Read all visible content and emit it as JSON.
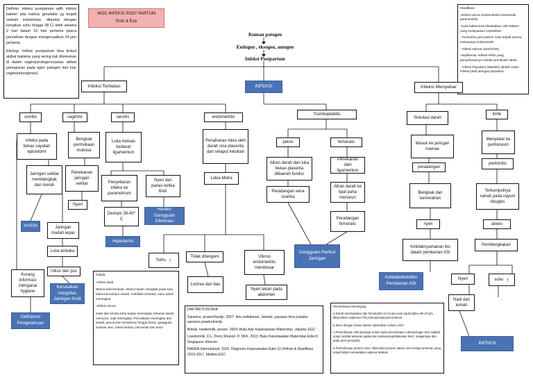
{
  "title_box": {
    "title": "WOC INFEKSI POST PARTUM",
    "author": "Putri & Eza"
  },
  "definition": {
    "definisi": "Definisi: infeksi postpartum adlh infeksi bakteri pda traktus genetalia yg terjadi setelah melahirkan, ditandai dengan kenaikan suhu hingga 38 C/ lebih selama 2 hari dalam 10 hari pertama pasca persalinan dengan mengecualikan 24 jam pertama.",
    "etiologi": "Etiologi: Infeksi postpartum bisa timbul akibat bakteria yang sering kali ditemukan di dalam vagina(endogenus)atau akibat pemaparan pada agen patogen dari luar vagina(eksogenus)."
  },
  "klasifikasi": {
    "title": "Klasifikasi:",
    "items": [
      "-Infeksi uterus (endometritis,miometritis, parametritis)",
      "-Syok bakteriosis:disebabkan oleh bakteri yang melepaskan endotoksin",
      "- Peritonitis post partum :bisa terjadi karena meluasnya endometritis",
      "- Infeksi saluran kemih(ISK)",
      "-septikemia: infeksi relfus yang penyebarannya melalui pembuluh darah",
      "- Infeksi Payudara (Mastitis) adalah suatu infeksi pada jaringan payudara."
    ]
  },
  "top_flow": {
    "kuman": "Kuman patogen",
    "endogen": "Endogen , eksogen, autogen",
    "infeksi_post": "Infeksi Postpartum"
  },
  "main": {
    "terbatas": "Infeksi Terbatas",
    "infeksi": "INFEKSI",
    "menyebar": "Infeksi Menyebar"
  },
  "vulvitis": {
    "title": "vulvitis",
    "n1": "Infeksi pada bekas sayatan episiotomi",
    "n2": "Jaringan sekitar membengkak dan merah",
    "nyeri": "NYERI",
    "n3": "Jaringan mudah lepas",
    "n4": "Luka terbuka",
    "n5": "Ulkus dan pus",
    "kerusakan": "Kerusakan Integritas Jaringan Kulit",
    "kurang": "Kurang informasi menganai hygiene",
    "defisiensi": "Defisiensi Pengetahuan"
  },
  "vaginitis": {
    "title": "vaginitis",
    "n1": "Bengkak permukaan mukosa",
    "n2": "Penekanan jaringan sekitar",
    "nyeri": "Nyeri"
  },
  "servitis": {
    "title": "servitis",
    "n1": "Luka meluas kedasar ligamentum",
    "n2": "Penyebaran infeksi ke parametrium",
    "n3": "Nyeri dan panas ketika BAK",
    "demam": "Demam 39-40° C",
    "hipertermi": "Hipertermi",
    "resiko": "Resiko Gangguan Eliminasi"
  },
  "endometritis": {
    "title": "endometritis",
    "n1": "Penahanan lokia oleh darah sisa plasenta dan selaput ketuban",
    "n2": "Lokia Metra",
    "suhu": "Suhu",
    "tidak": "Tidak ditangani",
    "lochea": "Lochea dan bau",
    "uterus": "Uterus endometritis membesar",
    "nyeri": "Nyeri tekan pada abdomen"
  },
  "trombo": {
    "title": "Tromboplebitis",
    "pelvis": "pelvis",
    "femoralis": "femoralis",
    "p1": "Aliran darah dan luka bekas plasenta didaerah fundus",
    "p2": "Peradangan vena ovarika",
    "f1": "Penekanan oleh ligamentum",
    "f2": "Aliran darah ke lipat paha menurun",
    "f3": "Peradangan femoralis",
    "gangguan": "Gangguan Perfusi Jaringan"
  },
  "sirkulasi": {
    "title": "Sirkulasi darah",
    "n1": "Masuk ke jaringan mamae",
    "n2": "peradangan",
    "n3": "Bengkak dan kemerahan",
    "n4": "nyeri",
    "n5": "Ketidaknyamanan ibu dalam pemberian ASI",
    "ketidak": "Ketidakefektifan Pemberian ASI"
  },
  "limfe": {
    "title": "limfe",
    "n1": "Menyebar ke peritoneum",
    "n2": "peritonitis",
    "n3": "Terkumpulnya nanah pada cayum douglas",
    "n4": "abses",
    "n5": "Pembengkakan",
    "nyeri": "Nyeri",
    "suhu": "suhu",
    "nadi": "Nadi dan lemah",
    "infeksi": "INFEKSI"
  },
  "gejala": {
    "title": "Gejala:",
    "lines": [
      "-infeksi lokal",
      "Warna kulit berubah, timbul nanah, bengkak pada luka, lokea bercampur nanah, mobilitas terbatas, suhu tubuh meningkat",
      "-Infeksi umum:",
      "Sakit dan lemah,suhu badan meningkat, tekanan darah menurun, nadi meningkat, Pernafasan meningkat dan sesak, penurunan kesadaran hingga koma, gangguan involusi uteri, lokea berbau, bernanah dan kotor"
    ]
  },
  "pustaka": {
    "title": "DAFTAR PUSTAKA",
    "refs": [
      "Sarwono, prawirohardjo. 2007. Ilmu kebidanan. Jakarta: yayasan bina pustaka sarwono prawirohardjo",
      "Bobak, lowdermilk, jensen. 2004. Buku Ajar Keperawatan Maternitas. Jakarta: EGC",
      "Lowdermilk, D.L, Perry Shanon. P, DKK. 2013. Buku Keperawatan Maternitas Edisi 8. Singapura: Elsevier",
      "NANDA International. 2015. Diagnosis Keperawatan Edisi 10 Definisi & Klasifikasi 2015-2017. Medika EGC"
    ]
  },
  "penunjang": {
    "title": "Pemeriksaan Menunjang",
    "lines": [
      "a.Darah:meningkatan dan hematokrit 12-24 jam post partum(jika Hb<10 g% dibutuhkan suplemen FE),eritrosit,leukosit,trombosit.",
      "b.Klien dengan dower kateter diperlukan culture urine",
      "c.Pemeriksaan mikrobiologis untuk:Hasil pemeriksaan mikrobiologis urine adalah untuk melihat keberan gejala dan sebarannya(dilakukan kecil: miaganisya dan pada jenis penyakit).",
      "d.Pemeriksaan protein urine: ditemukan protein dalam urine ketiga terkenan yang terjadi tidak menandakan adanya tedikosi"
    ]
  }
}
